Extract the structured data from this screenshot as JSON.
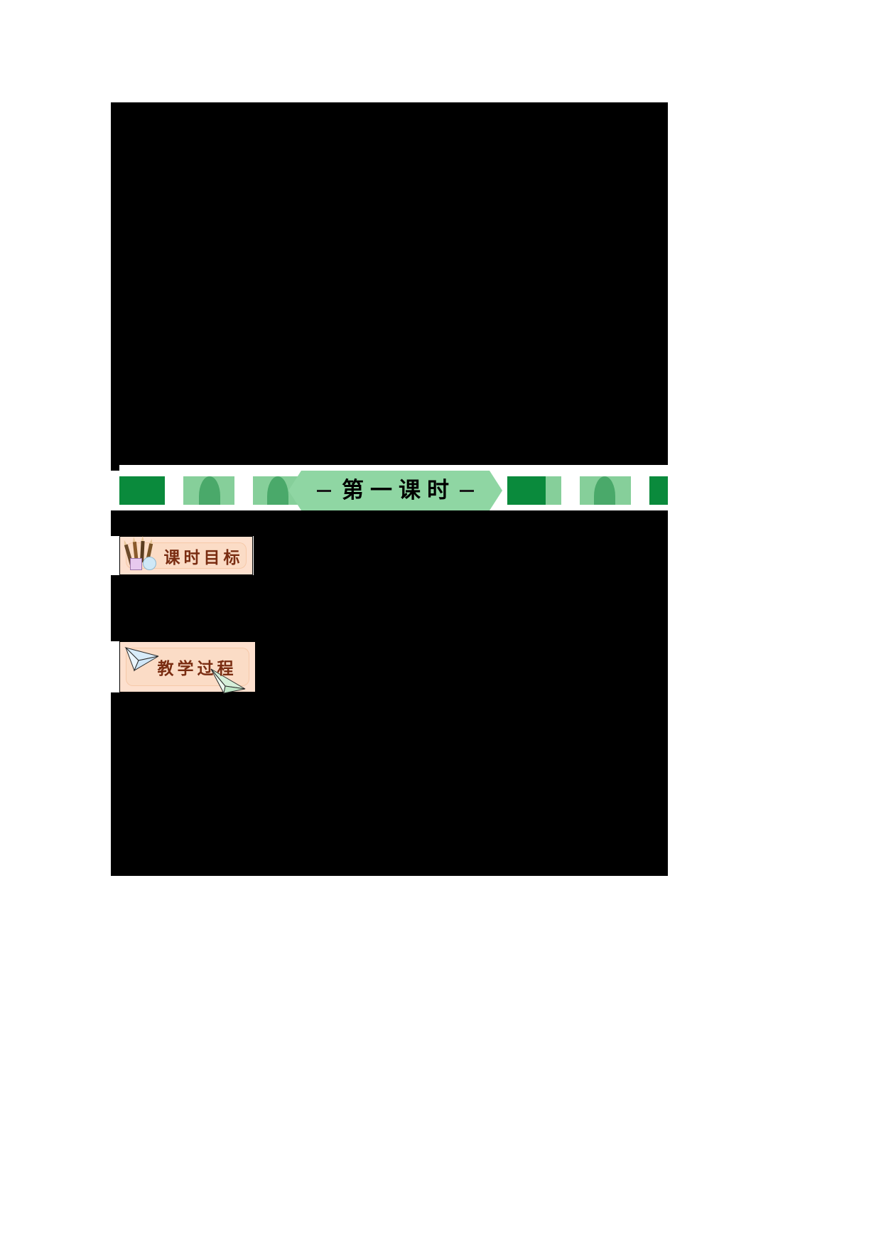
{
  "document": {
    "page_background": "#ffffff",
    "redacted_color": "#000000"
  },
  "banner": {
    "title": "第一课时",
    "strip_color": "#0a8a3c",
    "center_color": "#8fd6a3",
    "accent_color": "#86cf9a"
  },
  "labels": {
    "objectives": {
      "text": "课时目标",
      "box_color": "#fde0ce",
      "text_color": "#7a2d12",
      "icon": "pencils-and-paint-icon"
    },
    "process": {
      "text": "教学过程",
      "box_color": "#fde0ce",
      "text_color": "#7a2d12",
      "icon": "paper-plane-icon"
    }
  },
  "redacted_blocks": [
    {
      "name": "top-content-block"
    },
    {
      "name": "mid-content-block"
    },
    {
      "name": "objectives-row-block"
    },
    {
      "name": "objectives-body-block"
    },
    {
      "name": "process-row-block"
    },
    {
      "name": "process-body-block"
    }
  ]
}
